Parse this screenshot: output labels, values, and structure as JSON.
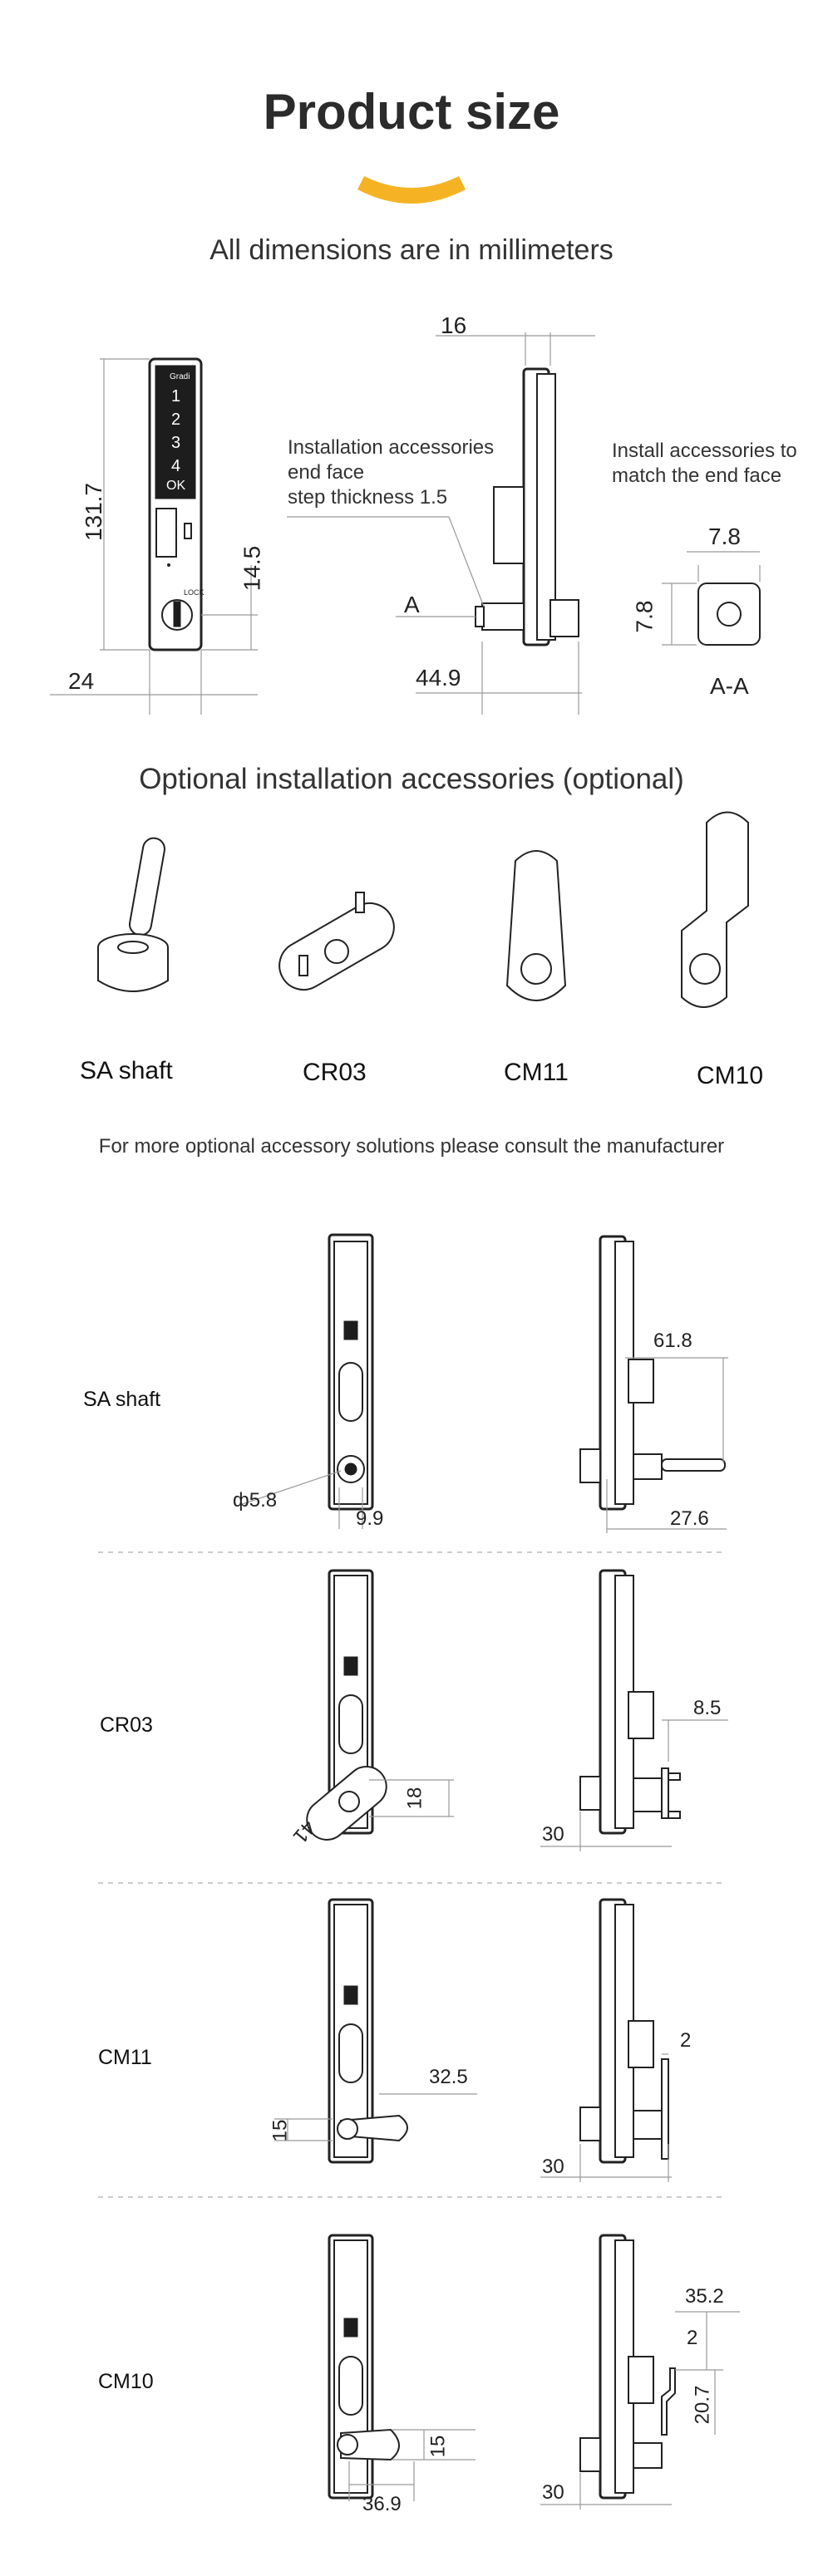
{
  "header": {
    "title": "Product size",
    "subtitle": "All dimensions are in millimeters",
    "accent_color": "#f5b324"
  },
  "top_drawing": {
    "dims": {
      "height": "131.7",
      "width": "24",
      "knob_offset": "14.5",
      "thickness": "16",
      "depth": "44.9",
      "square_w": "7.8",
      "square_h": "7.8"
    },
    "labels": {
      "section_marker": "A",
      "section_view": "A-A",
      "note_left_1": "Installation accessories",
      "note_left_2": "end face",
      "note_left_3": "step thickness 1.5",
      "note_right_1": "Install accessories to",
      "note_right_2": "match the end face"
    },
    "keypad_keys": [
      "1",
      "2",
      "3",
      "4",
      "OK"
    ]
  },
  "accessories": {
    "heading": "Optional installation accessories (optional)",
    "items": [
      {
        "name": "SA shaft"
      },
      {
        "name": "CR03"
      },
      {
        "name": "CM11"
      },
      {
        "name": "CM10"
      }
    ],
    "note": "For more optional accessory solutions please consult the manufacturer"
  },
  "install_rows": [
    {
      "label": "SA shaft",
      "dims": {
        "a": "ф5.8",
        "b": "9.9",
        "c": "61.8",
        "d": "27.6"
      }
    },
    {
      "label": "CR03",
      "dims": {
        "a": "18",
        "b": "41",
        "c": "8.5",
        "d": "30"
      }
    },
    {
      "label": "CM11",
      "dims": {
        "a": "32.5",
        "b": "15",
        "c": "2",
        "d": "30"
      }
    },
    {
      "label": "CM10",
      "dims": {
        "a": "15",
        "b": "36.9",
        "c": "35.2",
        "d": "2",
        "e": "20.7",
        "f": "30"
      }
    }
  ]
}
